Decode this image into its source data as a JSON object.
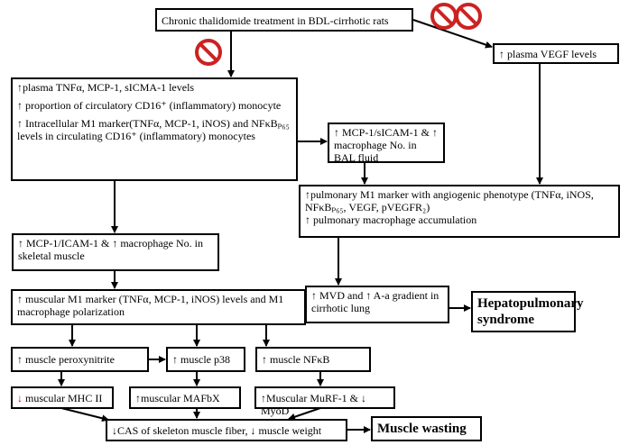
{
  "nodes": {
    "n0": "Chronic thalidomide treatment in BDL-cirrhotic rats",
    "n1": "↑ plasma VEGF levels",
    "n2a": "↑plasma TNFα, MCP-1, sICMA-1 levels",
    "n2b": "↑ proportion of circulatory CD16⁺ (inflammatory) monocyte",
    "n2c": "↑ Intracellular M1 marker(TNFα, MCP-1, iNOS) and NFκBₚ₆₅ levels in circulating CD16⁺ (inflammatory) monocytes",
    "n3": "↑ MCP-1/sICAM-1 & ↑ macrophage No. in BAL fluid",
    "n4a": "↑pulmonary M1 marker with angiogenic phenotype (TNFα, iNOS, NFκBₚ₆₅, VEGF, pVEGFR₂)",
    "n4b": "↑ pulmonary macrophage accumulation",
    "n5": "↑ MCP-1/ICAM-1 & ↑ macrophage No. in skeletal muscle",
    "n6": "↑ muscular M1 marker (TNFα, MCP-1, iNOS) levels and M1 macrophage polarization",
    "n7": "↑ MVD and ↑ A-a gradient in cirrhotic lung",
    "n8": "Hepatopulmonary syndrome",
    "n9": "↑ muscle peroxynitrite",
    "n10": "↑ muscle p38",
    "n11": "↑ muscle NFκB",
    "n12_arrow": "↓",
    "n12_text": " muscular MHC II",
    "n13": "↑muscular MAFbX",
    "n14": "↑Muscular MuRF-1 & ↓ MyoD",
    "n15": "↓CAS of skeleton muscle fiber, ↓ muscle weight",
    "n16": "Muscle wasting"
  },
  "colors": {
    "line": "#000000",
    "inhibit": "#cc2222",
    "down_arrow": "#cc0000"
  },
  "icons": [
    "no-entry-icon",
    "no-entry-icon",
    "no-entry-icon"
  ]
}
